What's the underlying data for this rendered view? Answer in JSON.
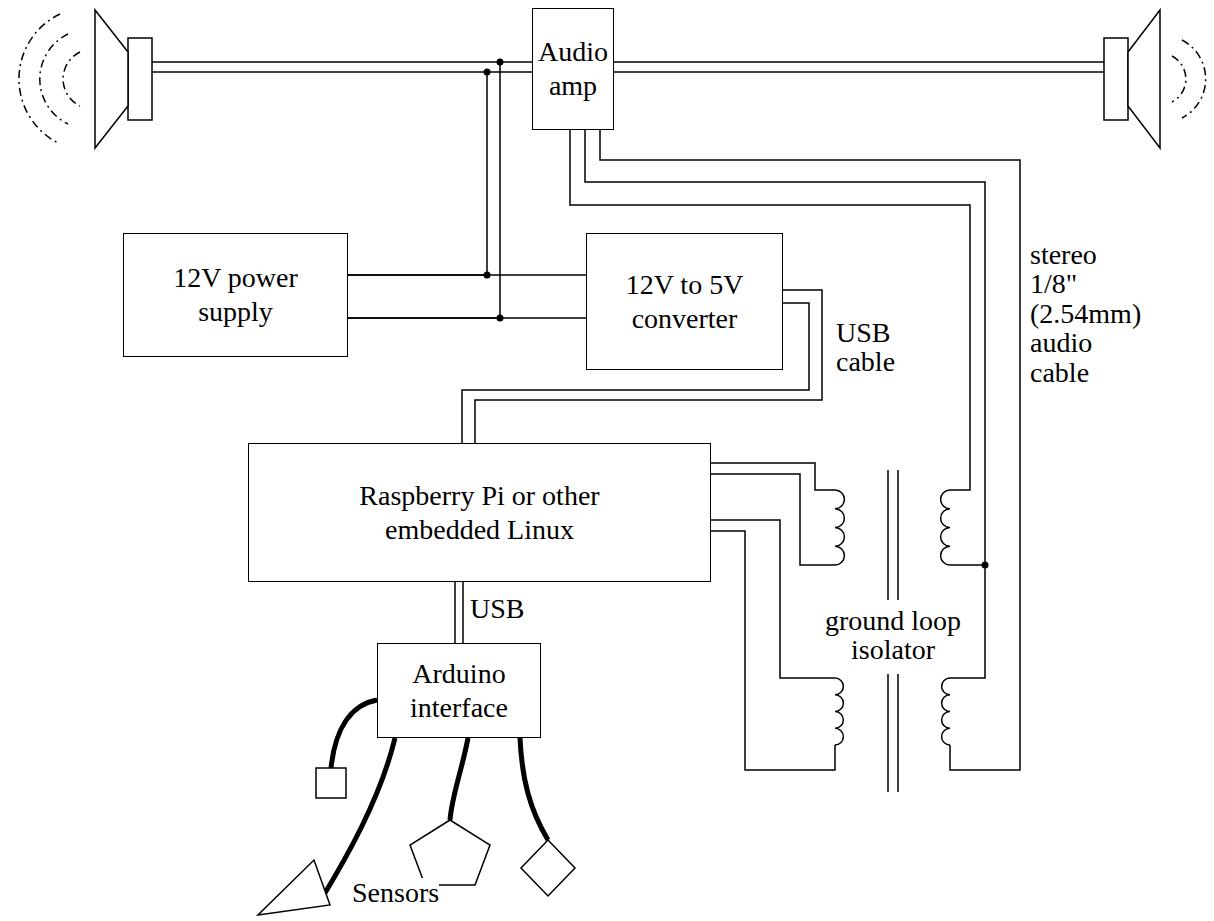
{
  "diagram": {
    "nodes": [
      {
        "text": [
          "Audio amp"
        ]
      },
      {
        "text": [
          "12V power supply"
        ]
      },
      {
        "text": [
          "12V to 5V converter"
        ]
      },
      {
        "text": [
          "Raspberry Pi or other embedded Linux"
        ]
      },
      {
        "text": [
          "Arduino interface"
        ]
      }
    ],
    "edges": [
      {
        "from": 1,
        "to": 2,
        "arrow": "none"
      },
      {
        "from": 1,
        "to": 0,
        "arrow": "none"
      },
      {
        "from": 2,
        "to": 3,
        "label": "USB cable",
        "arrow": "none"
      },
      {
        "from": 3,
        "to": 4,
        "label": "USB",
        "arrow": "none"
      }
    ],
    "labels": [
      "stereo 1/8\" (2.54mm) audio cable",
      "ground loop isolator",
      "Sensors"
    ]
  }
}
